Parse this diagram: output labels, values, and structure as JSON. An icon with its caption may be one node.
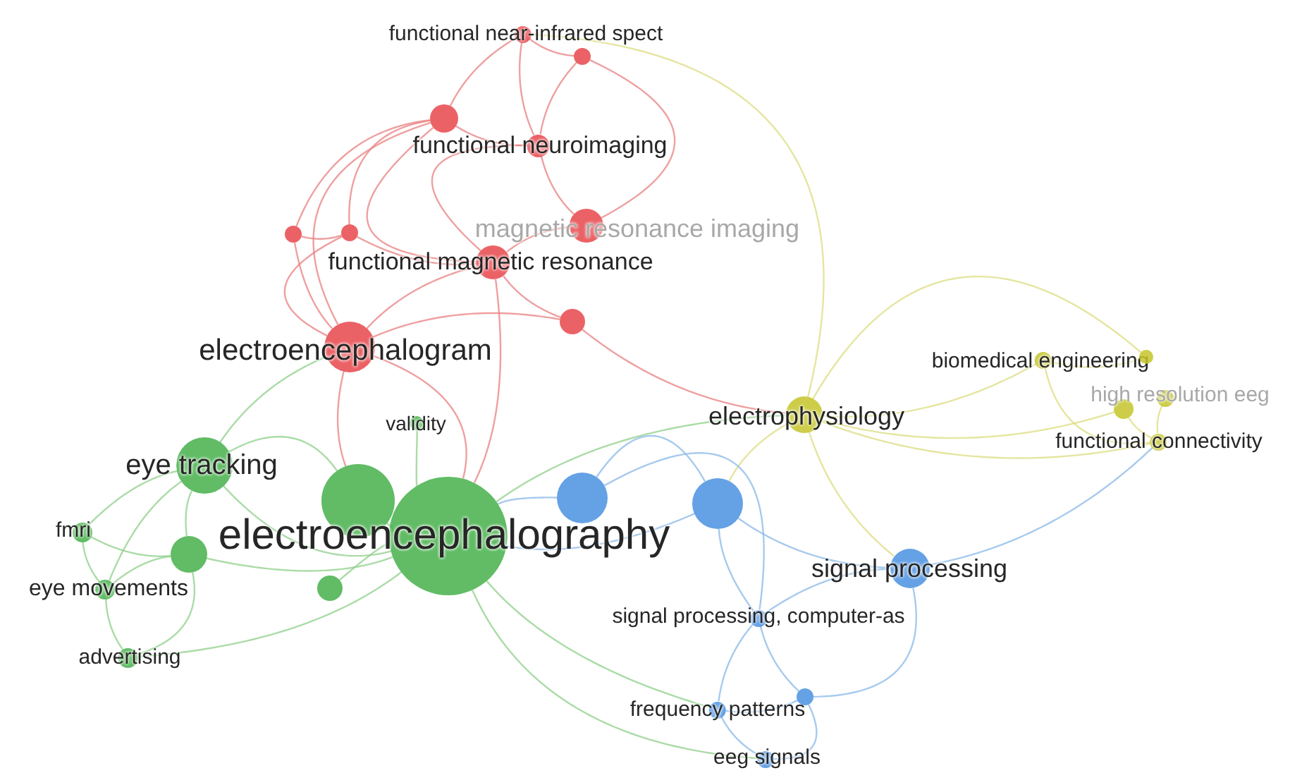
{
  "diagram": {
    "nodes": [
      {
        "text": [
          "functional near-infrared spect"
        ]
      },
      {
        "text": [],
        "shape": "circle"
      },
      {
        "text": [],
        "shape": "circle"
      },
      {
        "text": [
          "functional neuroimaging"
        ]
      },
      {
        "text": [],
        "shape": "circle"
      },
      {
        "text": [],
        "shape": "circle"
      },
      {
        "text": [
          "magnetic resonance imaging"
        ]
      },
      {
        "text": [
          "functional magnetic resonance"
        ]
      },
      {
        "text": [],
        "shape": "circle"
      },
      {
        "text": [
          "electroencephalogram"
        ]
      },
      {
        "text": [
          "electrophysiology"
        ]
      },
      {
        "text": [
          "biomedical engineering"
        ]
      },
      {
        "text": [],
        "shape": "circle"
      },
      {
        "text": [],
        "shape": "circle"
      },
      {
        "text": [
          "high resolution eeg"
        ]
      },
      {
        "text": [
          "functional connectivity"
        ]
      },
      {
        "text": [
          "eye tracking"
        ]
      },
      {
        "text": [],
        "shape": "circle"
      },
      {
        "text": [
          "validity"
        ]
      },
      {
        "text": [
          "electroencephalography"
        ]
      },
      {
        "text": [
          "fmri"
        ]
      },
      {
        "text": [],
        "shape": "circle"
      },
      {
        "text": [
          "eye movements"
        ]
      },
      {
        "text": [],
        "shape": "circle"
      },
      {
        "text": [
          "advertising"
        ]
      },
      {
        "text": [],
        "shape": "circle"
      },
      {
        "text": [],
        "shape": "circle"
      },
      {
        "text": [
          "signal processing"
        ]
      },
      {
        "text": [
          "signal processing, computer-as"
        ]
      },
      {
        "text": [
          "frequency patterns"
        ]
      },
      {
        "text": [],
        "shape": "circle"
      },
      {
        "text": [
          "eeg signals"
        ]
      }
    ],
    "edges": [
      {
        "from": 0,
        "to": 1,
        "arrow": "none",
        "color": "#e88080"
      },
      {
        "from": 0,
        "to": 2,
        "arrow": "none",
        "color": "#e88080"
      },
      {
        "from": 0,
        "to": 3,
        "arrow": "none",
        "color": "#e88080"
      },
      {
        "from": 1,
        "to": 3,
        "arrow": "none",
        "color": "#e88080"
      },
      {
        "from": 2,
        "to": 3,
        "arrow": "none",
        "color": "#e88080"
      },
      {
        "from": 2,
        "to": 4,
        "arrow": "none",
        "color": "#e88080"
      },
      {
        "from": 2,
        "to": 5,
        "arrow": "none",
        "color": "#e88080"
      },
      {
        "from": 2,
        "to": 7,
        "arrow": "none",
        "color": "#e88080"
      },
      {
        "from": 3,
        "to": 7,
        "arrow": "none",
        "color": "#e88080"
      },
      {
        "from": 3,
        "to": 6,
        "arrow": "none",
        "color": "#e88080"
      },
      {
        "from": 1,
        "to": 6,
        "arrow": "none",
        "color": "#e88080"
      },
      {
        "from": 4,
        "to": 5,
        "arrow": "none",
        "color": "#e88080"
      },
      {
        "from": 4,
        "to": 9,
        "arrow": "none",
        "color": "#e88080"
      },
      {
        "from": 5,
        "to": 9,
        "arrow": "none",
        "color": "#e88080"
      },
      {
        "from": 5,
        "to": 7,
        "arrow": "none",
        "color": "#e88080"
      },
      {
        "from": 6,
        "to": 7,
        "arrow": "none",
        "color": "#e88080"
      },
      {
        "from": 7,
        "to": 8,
        "arrow": "none",
        "color": "#e88080"
      },
      {
        "from": 7,
        "to": 9,
        "arrow": "none",
        "color": "#e88080"
      },
      {
        "from": 8,
        "to": 9,
        "arrow": "none",
        "color": "#e88080"
      },
      {
        "from": 2,
        "to": 9,
        "arrow": "none",
        "color": "#e88080"
      },
      {
        "from": 9,
        "to": 19,
        "arrow": "none",
        "color": "#e88080"
      },
      {
        "from": 9,
        "to": 17,
        "arrow": "none",
        "color": "#e88080"
      },
      {
        "from": 7,
        "to": 19,
        "arrow": "none",
        "color": "#e88080"
      },
      {
        "from": 8,
        "to": 10,
        "arrow": "none",
        "color": "#e88080"
      },
      {
        "from": 0,
        "to": 10,
        "arrow": "none",
        "color": "#dcdc80"
      },
      {
        "from": 10,
        "to": 11,
        "arrow": "none",
        "color": "#dcdc80"
      },
      {
        "from": 10,
        "to": 12,
        "arrow": "none",
        "color": "#dcdc80"
      },
      {
        "from": 10,
        "to": 13,
        "arrow": "none",
        "color": "#dcdc80"
      },
      {
        "from": 10,
        "to": 15,
        "arrow": "none",
        "color": "#dcdc80"
      },
      {
        "from": 11,
        "to": 12,
        "arrow": "none",
        "color": "#dcdc80"
      },
      {
        "from": 13,
        "to": 15,
        "arrow": "none",
        "color": "#dcdc80"
      },
      {
        "from": 14,
        "to": 15,
        "arrow": "none",
        "color": "#dcdc80"
      },
      {
        "from": 11,
        "to": 15,
        "arrow": "none",
        "color": "#dcdc80"
      },
      {
        "from": 10,
        "to": 26,
        "arrow": "none",
        "color": "#dcdc80"
      },
      {
        "from": 10,
        "to": 27,
        "arrow": "none",
        "color": "#dcdc80"
      },
      {
        "from": 16,
        "to": 17,
        "arrow": "none",
        "color": "#8fcf8a"
      },
      {
        "from": 16,
        "to": 19,
        "arrow": "none",
        "color": "#8fcf8a"
      },
      {
        "from": 16,
        "to": 20,
        "arrow": "none",
        "color": "#8fcf8a"
      },
      {
        "from": 16,
        "to": 21,
        "arrow": "none",
        "color": "#8fcf8a"
      },
      {
        "from": 17,
        "to": 19,
        "arrow": "none",
        "color": "#8fcf8a"
      },
      {
        "from": 18,
        "to": 19,
        "arrow": "none",
        "color": "#8fcf8a"
      },
      {
        "from": 19,
        "to": 21,
        "arrow": "none",
        "color": "#8fcf8a"
      },
      {
        "from": 19,
        "to": 23,
        "arrow": "none",
        "color": "#8fcf8a"
      },
      {
        "from": 20,
        "to": 21,
        "arrow": "none",
        "color": "#8fcf8a"
      },
      {
        "from": 20,
        "to": 22,
        "arrow": "none",
        "color": "#8fcf8a"
      },
      {
        "from": 21,
        "to": 22,
        "arrow": "none",
        "color": "#8fcf8a"
      },
      {
        "from": 22,
        "to": 24,
        "arrow": "none",
        "color": "#8fcf8a"
      },
      {
        "from": 21,
        "to": 24,
        "arrow": "none",
        "color": "#8fcf8a"
      },
      {
        "from": 19,
        "to": 24,
        "arrow": "none",
        "color": "#8fcf8a"
      },
      {
        "from": 16,
        "to": 22,
        "arrow": "none",
        "color": "#8fcf8a"
      },
      {
        "from": 9,
        "to": 16,
        "arrow": "none",
        "color": "#8fcf8a"
      },
      {
        "from": 19,
        "to": 10,
        "arrow": "none",
        "color": "#8fcf8a"
      },
      {
        "from": 19,
        "to": 29,
        "arrow": "none",
        "color": "#8fcf8a"
      },
      {
        "from": 19,
        "to": 31,
        "arrow": "none",
        "color": "#8fcf8a"
      },
      {
        "from": 25,
        "to": 26,
        "arrow": "none",
        "color": "#8ab8e8"
      },
      {
        "from": 25,
        "to": 19,
        "arrow": "none",
        "color": "#8ab8e8"
      },
      {
        "from": 26,
        "to": 19,
        "arrow": "none",
        "color": "#8ab8e8"
      },
      {
        "from": 26,
        "to": 27,
        "arrow": "none",
        "color": "#8ab8e8"
      },
      {
        "from": 26,
        "to": 28,
        "arrow": "none",
        "color": "#8ab8e8"
      },
      {
        "from": 27,
        "to": 28,
        "arrow": "none",
        "color": "#8ab8e8"
      },
      {
        "from": 28,
        "to": 29,
        "arrow": "none",
        "color": "#8ab8e8"
      },
      {
        "from": 28,
        "to": 30,
        "arrow": "none",
        "color": "#8ab8e8"
      },
      {
        "from": 29,
        "to": 31,
        "arrow": "none",
        "color": "#8ab8e8"
      },
      {
        "from": 30,
        "to": 31,
        "arrow": "none",
        "color": "#8ab8e8"
      },
      {
        "from": 27,
        "to": 30,
        "arrow": "none",
        "color": "#8ab8e8"
      },
      {
        "from": 25,
        "to": 28,
        "arrow": "none",
        "color": "#8ab8e8"
      },
      {
        "from": 29,
        "to": 30,
        "arrow": "none",
        "color": "#8ab8e8"
      },
      {
        "from": 27,
        "to": 15,
        "arrow": "none",
        "color": "#8ab8e8"
      }
    ]
  }
}
